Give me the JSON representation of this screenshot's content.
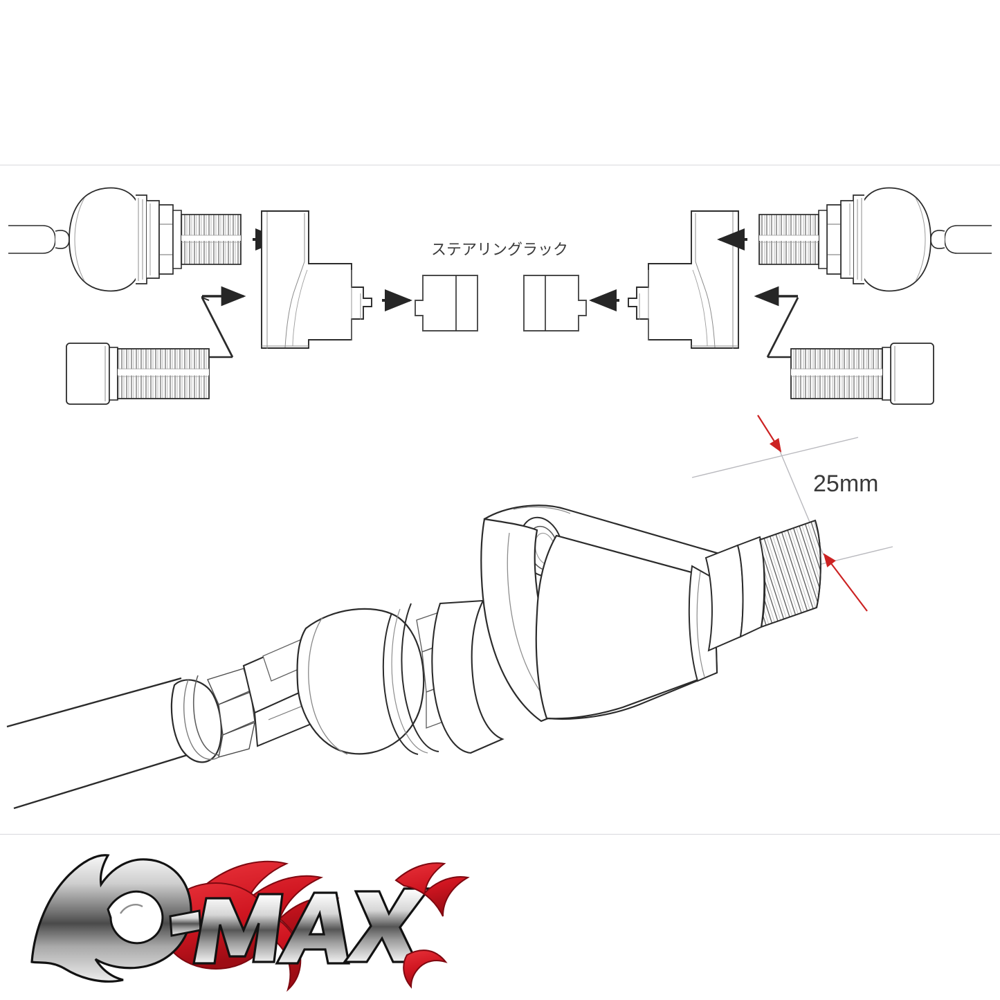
{
  "document": {
    "type": "technical-installation-diagram",
    "subject": "Steering rack spacer / tie-rod adapter kit",
    "brand": "D-MAX",
    "background_color": "#ffffff",
    "line_color": "#2b2b2b",
    "accent_color": "#cc2222",
    "divider_color": "#d8d8dc"
  },
  "exploded_view": {
    "caption_center": "ステアリングラック",
    "parts": [
      {
        "id": "tie-rod-end-left",
        "name": "tie rod end ball joint (left)",
        "side": "left"
      },
      {
        "id": "spacer-bracket-left",
        "name": "offset spacer bracket (left)",
        "side": "left"
      },
      {
        "id": "cap-bolt-left",
        "name": "socket head cap bolt (left)",
        "side": "left"
      },
      {
        "id": "steering-rack-left",
        "name": "steering rack end (left)",
        "side": "left"
      },
      {
        "id": "steering-rack-right",
        "name": "steering rack end (right)",
        "side": "right"
      },
      {
        "id": "spacer-bracket-right",
        "name": "offset spacer bracket (right)",
        "side": "right"
      },
      {
        "id": "cap-bolt-right",
        "name": "socket head cap bolt (right)",
        "side": "right"
      },
      {
        "id": "tie-rod-end-right",
        "name": "tie rod end ball joint (right)",
        "side": "right"
      }
    ],
    "assembly_arrows": [
      {
        "id": "arrow-left-rodend-to-bracket",
        "direction": "right"
      },
      {
        "id": "arrow-left-bolt-to-bracket",
        "direction": "right",
        "style": "z-bend"
      },
      {
        "id": "arrow-left-bracket-to-rack",
        "direction": "right"
      },
      {
        "id": "arrow-right-rack-from-bracket",
        "direction": "left"
      },
      {
        "id": "arrow-right-bracket-from-rodend",
        "direction": "left"
      },
      {
        "id": "arrow-right-bolt-to-bracket",
        "direction": "left",
        "style": "z-bend"
      }
    ]
  },
  "detail_view": {
    "dimension": {
      "value": "25mm",
      "color": "#cc2222",
      "arrow_count": 2,
      "extension_line_color": "#b9b9be"
    },
    "parts": [
      {
        "id": "tie-rod-shaft",
        "name": "tie rod shaft"
      },
      {
        "id": "lock-nut",
        "name": "lock nut"
      },
      {
        "id": "ball-joint-housing",
        "name": "ball joint housing"
      },
      {
        "id": "spacer-bracket-3d",
        "name": "offset spacer bracket"
      },
      {
        "id": "mounting-hole",
        "name": "bolt mounting hole"
      },
      {
        "id": "threaded-stud",
        "name": "threaded stud"
      }
    ]
  },
  "logo": {
    "text_d": "D",
    "text_max": "-MAX",
    "flame_color": "#d81f26",
    "metal_color_light": "#f2f2f2",
    "metal_color_dark": "#5a5a5a",
    "outline_color": "#111111"
  }
}
